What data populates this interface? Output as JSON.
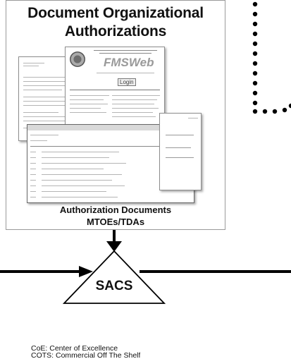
{
  "document_box": {
    "title_line1": "Document Organizational",
    "title_line2": "Authorizations",
    "caption_line1": "Authorization Documents",
    "caption_line2": "MTOEs/TDAs"
  },
  "thumbnail": {
    "app_title": "FMSWeb",
    "button_label": "Login"
  },
  "sacs_node": {
    "label": "SACS"
  },
  "legend": {
    "line1": "CoE:  Center of Excellence",
    "line2": "COTS:  Commercial Off The Shelf"
  }
}
